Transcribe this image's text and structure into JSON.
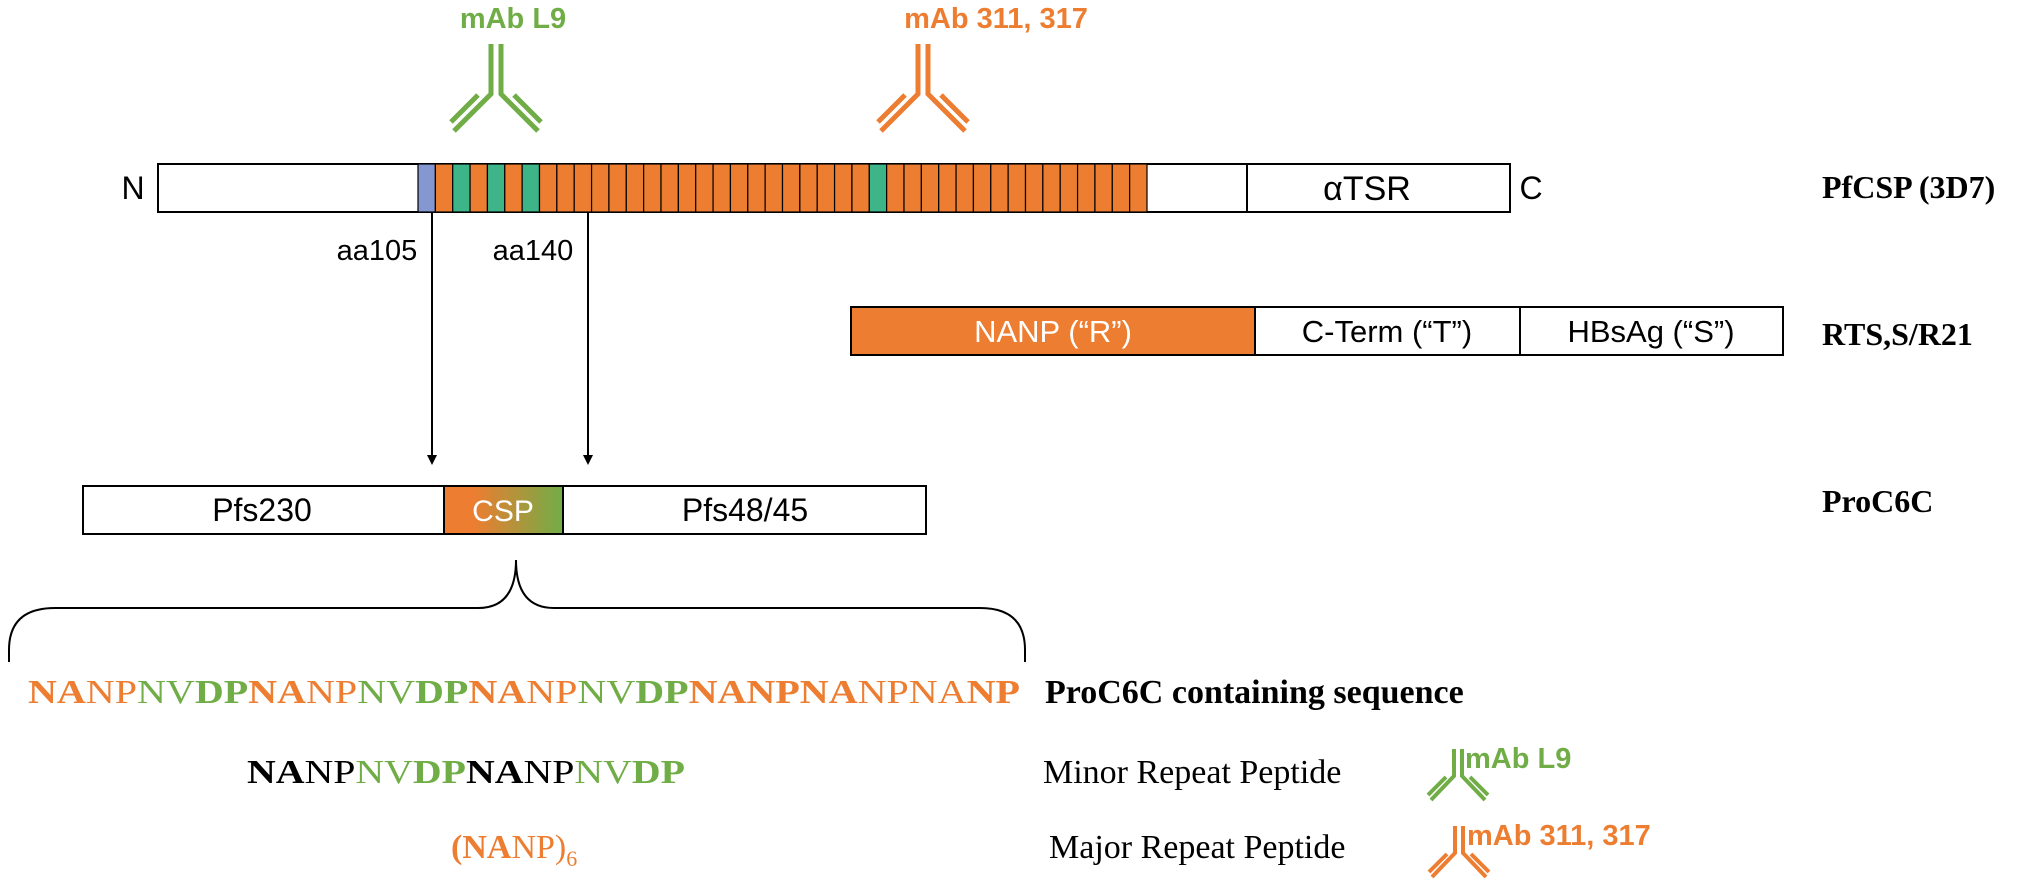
{
  "colors": {
    "orange": "#ED7D31",
    "green": "#70AD47",
    "teal": "#3EB489",
    "blue": "#8497D0",
    "black": "#000000"
  },
  "antibodies": {
    "l9_label": "mAb L9",
    "m311_label": "mAb 311, 317"
  },
  "pfcsp": {
    "n_terminus": "N",
    "c_terminus": "C",
    "tsr_label": "αTSR",
    "row_label": "PfCSP (3D7)",
    "aa_start": "aa105",
    "aa_end": "aa140",
    "repeat_pattern": [
      "b",
      "o",
      "t",
      "o",
      "t",
      "o",
      "t",
      "o",
      "o",
      "o",
      "o",
      "o",
      "o",
      "o",
      "o",
      "o",
      "o",
      "o",
      "o",
      "o",
      "o",
      "o",
      "o",
      "o",
      "o",
      "o",
      "t",
      "o",
      "o",
      "o",
      "o",
      "o",
      "o",
      "o",
      "o",
      "o",
      "o",
      "o",
      "o",
      "o",
      "o",
      "o"
    ]
  },
  "rts": {
    "nanp_label": "NANP (“R”)",
    "cterm_label": "C-Term (“T”)",
    "hbsag_label": "HBsAg (“S”)",
    "row_label": "RTS,S/R21"
  },
  "proc6c": {
    "pfs230_label": "Pfs230",
    "csp_label": "CSP",
    "pfs4845_label": "Pfs48/45",
    "row_label": "ProC6C"
  },
  "sequences": {
    "containing": {
      "segments": [
        {
          "text": "NA",
          "color": "orange",
          "bold": true
        },
        {
          "text": "NP",
          "color": "orange",
          "bold": false
        },
        {
          "text": "NV",
          "color": "green",
          "bold": false
        },
        {
          "text": "DP",
          "color": "green",
          "bold": true
        },
        {
          "text": "NA",
          "color": "orange",
          "bold": true
        },
        {
          "text": "NP",
          "color": "orange",
          "bold": false
        },
        {
          "text": "NV",
          "color": "green",
          "bold": false
        },
        {
          "text": "DP",
          "color": "green",
          "bold": true
        },
        {
          "text": "NA",
          "color": "orange",
          "bold": true
        },
        {
          "text": "NP",
          "color": "orange",
          "bold": false
        },
        {
          "text": "NV",
          "color": "green",
          "bold": false
        },
        {
          "text": "DP",
          "color": "green",
          "bold": true
        },
        {
          "text": "NANPNA",
          "color": "orange",
          "bold": true
        },
        {
          "text": "NPNA",
          "color": "orange",
          "bold": false
        },
        {
          "text": "NP",
          "color": "orange",
          "bold": true
        }
      ],
      "label": "ProC6C containing sequence"
    },
    "minor": {
      "segments": [
        {
          "text": "NA",
          "color": "black",
          "bold": true
        },
        {
          "text": "NP",
          "color": "black",
          "bold": false
        },
        {
          "text": "NV",
          "color": "green",
          "bold": false
        },
        {
          "text": "DP",
          "color": "green",
          "bold": true
        },
        {
          "text": "NA",
          "color": "black",
          "bold": true
        },
        {
          "text": "NP",
          "color": "black",
          "bold": false
        },
        {
          "text": "NV",
          "color": "green",
          "bold": false
        },
        {
          "text": "DP",
          "color": "green",
          "bold": true
        }
      ],
      "label": "Minor Repeat Peptide",
      "antibody": "mAb L9"
    },
    "major": {
      "paren_open": "(",
      "bold_part": "NA",
      "plain_part": "NP)",
      "subscript": "6",
      "label": "Major Repeat Peptide",
      "antibody": "mAb 311, 317"
    }
  }
}
